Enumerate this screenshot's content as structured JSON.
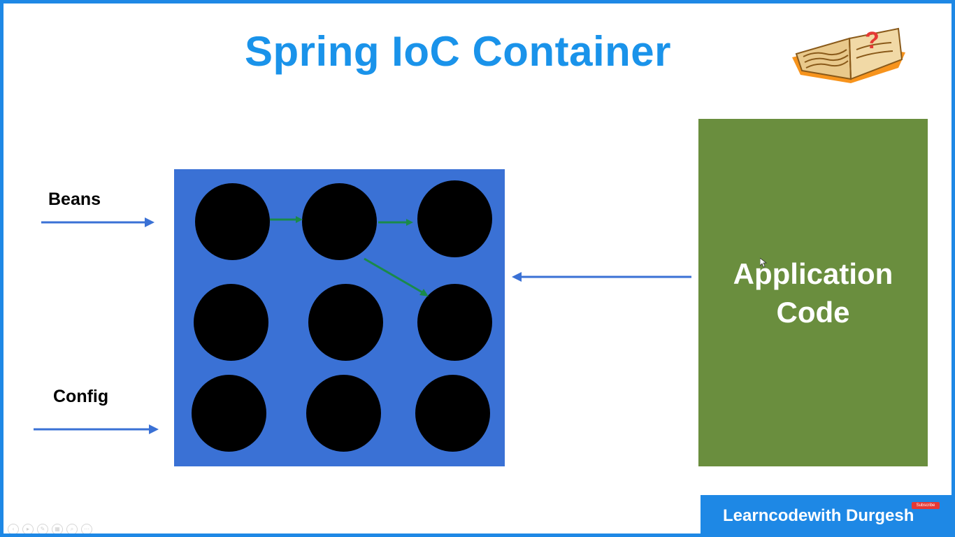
{
  "slide": {
    "title": "Spring IoC Container",
    "colors": {
      "border": "#1e88e5",
      "title": "#1a93ea",
      "container": "#3a71d5",
      "bean": "#000000",
      "app_code": "#6a8e3e",
      "input_arrow": "#3a71d5",
      "bean_link_arrow": "#1a8a4a"
    }
  },
  "inputs": {
    "beans_label": "Beans",
    "config_label": "Config"
  },
  "container": {
    "bean_count": 9
  },
  "app_code": {
    "line1": "Application",
    "line2": "Code"
  },
  "branding": {
    "name": "Learncodewith Durgesh",
    "subscribe": "Subscribe"
  },
  "toolbar": {
    "icons": [
      "previous-icon",
      "play-icon",
      "pen-icon",
      "slides-icon",
      "zoom-icon",
      "more-icon"
    ]
  }
}
